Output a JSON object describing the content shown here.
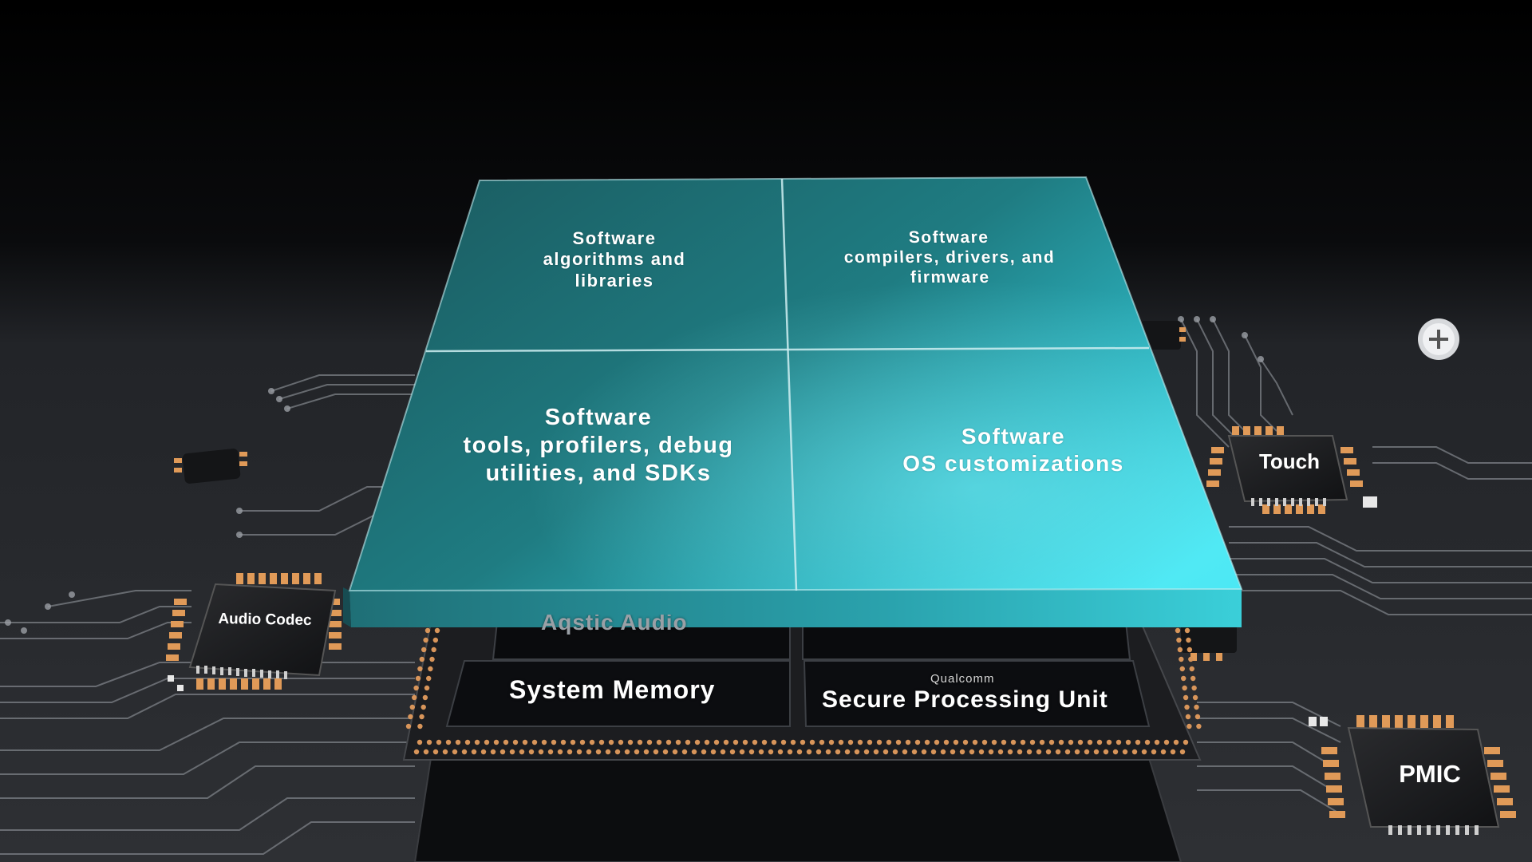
{
  "software_panel": {
    "top_left": [
      "Software",
      "algorithms and",
      "libraries"
    ],
    "top_right": [
      "Software",
      "compilers, drivers, and",
      "firmware"
    ],
    "bottom_left": [
      "Software",
      "tools, profilers, debug",
      "utilities, and SDKs"
    ],
    "bottom_right": [
      "Software",
      "OS customizations"
    ]
  },
  "soc": {
    "aqstic_label": "Aqstic Audio",
    "memory_label": "System Memory",
    "spu_brand": "Qualcomm",
    "spu_label": "Secure Processing Unit"
  },
  "chips": {
    "audio_codec": "Audio Codec",
    "touch": "Touch",
    "pmic": "PMIC"
  },
  "colors": {
    "panel_dark": "#1a6c72",
    "panel_light": "#3fe0ee",
    "board": "#2a2c30",
    "trace": "#8a8e94",
    "pad": "#e09a58"
  }
}
